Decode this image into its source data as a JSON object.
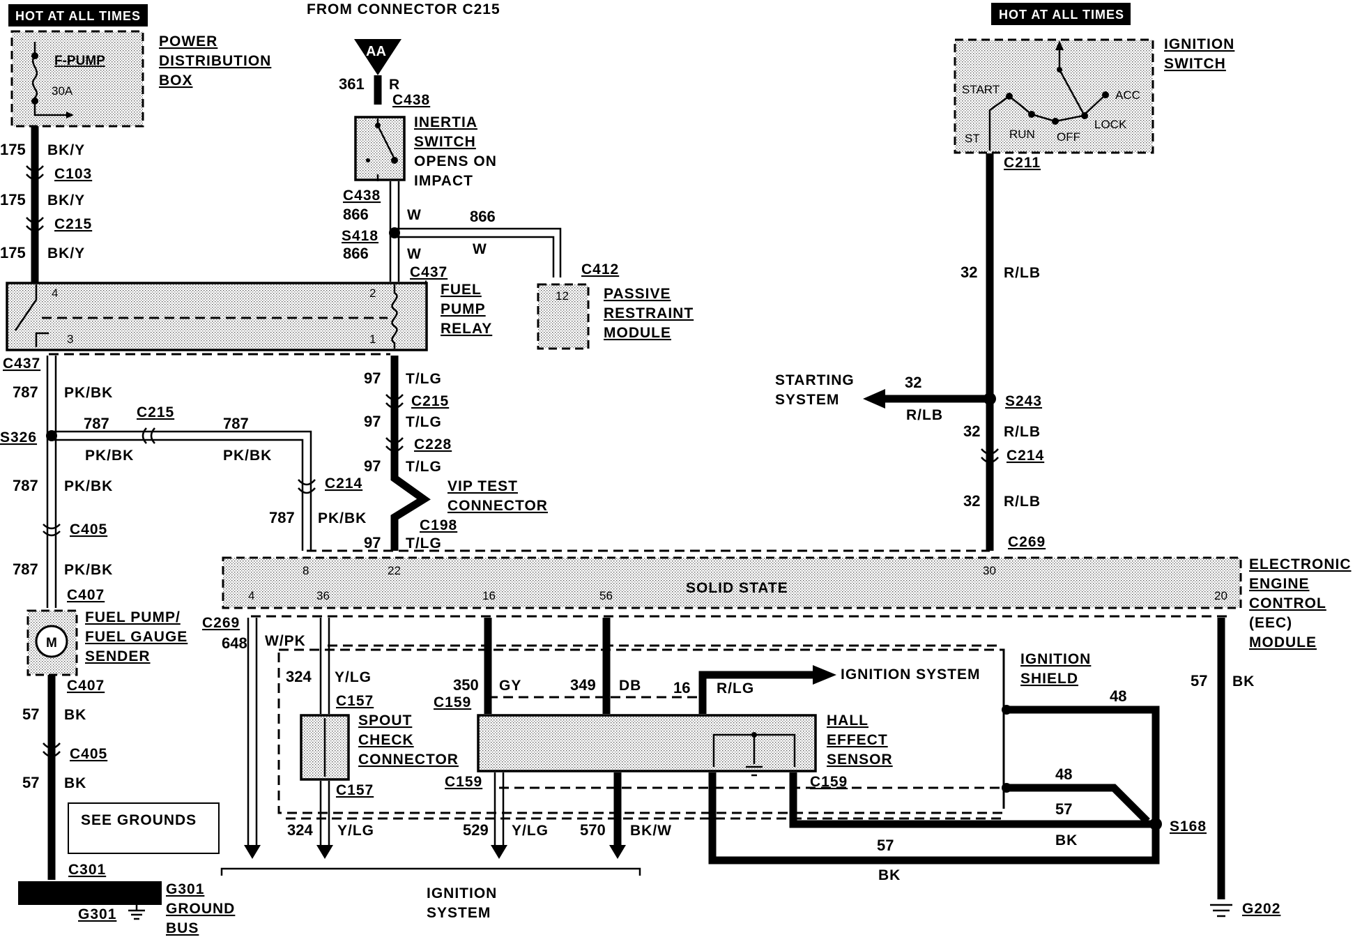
{
  "title": "FROM CONNECTOR C215",
  "tags": {
    "hot_left": "HOT AT ALL TIMES",
    "hot_right": "HOT AT ALL TIMES",
    "aa": "AA"
  },
  "power_box": {
    "line1": "POWER",
    "line2": "DISTRIBUTION",
    "line3": "BOX",
    "fuse": "F-PUMP",
    "amps": "30A"
  },
  "ign_switch": {
    "line1": "IGNITION",
    "line2": "SWITCH",
    "start": "START",
    "st": "ST",
    "run": "RUN",
    "off": "OFF",
    "lock": "LOCK",
    "acc": "ACC"
  },
  "inertia": {
    "line1": "INERTIA",
    "line2": "SWITCH",
    "line3": "OPENS ON",
    "line4": "IMPACT"
  },
  "relay": {
    "line1": "FUEL",
    "line2": "PUMP",
    "line3": "RELAY",
    "p1": "1",
    "p2": "2",
    "p3": "3",
    "p4": "4"
  },
  "prm": {
    "line1": "PASSIVE",
    "line2": "RESTRAINT",
    "line3": "MODULE",
    "pin": "12"
  },
  "starting": {
    "line1": "STARTING",
    "line2": "SYSTEM"
  },
  "vip": {
    "line1": "VIP TEST",
    "line2": "CONNECTOR"
  },
  "eec": {
    "center": "SOLID STATE",
    "line1": "ELECTRONIC",
    "line2": "ENGINE",
    "line3": "CONTROL",
    "line4": "(EEC)",
    "line5": "MODULE",
    "pins": [
      "8",
      "22",
      "30",
      "4",
      "36",
      "16",
      "56",
      "20"
    ]
  },
  "fuel_pump": {
    "line1": "FUEL PUMP/",
    "line2": "FUEL GAUGE",
    "line3": "SENDER",
    "motor": "M"
  },
  "spout": {
    "line1": "SPOUT",
    "line2": "CHECK",
    "line3": "CONNECTOR"
  },
  "hall": {
    "line1": "HALL",
    "line2": "EFFECT",
    "line3": "SENSOR"
  },
  "ign_shield": {
    "line1": "IGNITION",
    "line2": "SHIELD"
  },
  "ign_system_arrow": "IGNITION SYSTEM",
  "ign_system_bottom": {
    "line1": "IGNITION",
    "line2": "SYSTEM"
  },
  "see_grounds": "SEE GROUNDS",
  "ground_bus": {
    "line1": "G301",
    "line2": "GROUND",
    "line3": "BUS",
    "left": "G301"
  },
  "g202": "G202",
  "connectors": {
    "c438a": "C438",
    "c438b": "C438",
    "s418": "S418",
    "c437a": "C437",
    "c437b": "C437",
    "c412": "C412",
    "c103": "C103",
    "c215a": "C215",
    "c215b": "C215",
    "c215c": "C215",
    "c228": "C228",
    "c198": "C198",
    "s326": "S326",
    "c214a": "C214",
    "c214b": "C214",
    "c405a": "C405",
    "c405b": "C405",
    "c407a": "C407",
    "c407b": "C407",
    "c301": "C301",
    "c269a": "C269",
    "c269b": "C269",
    "c211": "C211",
    "s243": "S243",
    "c157a": "C157",
    "c157b": "C157",
    "c159a": "C159",
    "c159b": "C159",
    "c159c": "C159",
    "s168": "S168"
  },
  "wires": {
    "w361": "361",
    "wR": "R",
    "w866a": "866",
    "wWa": "W",
    "w866b": "866",
    "wWb": "W",
    "w866c": "866",
    "wWc": "W",
    "w175a": "175",
    "bky1": "BK/Y",
    "w175b": "175",
    "bky2": "BK/Y",
    "w175c": "175",
    "bky3": "BK/Y",
    "w787a": "787",
    "pkbk1": "PK/BK",
    "w787b": "787",
    "pkbk2": "PK/BK",
    "w787c": "787",
    "pkbk3": "PK/BK",
    "w787d": "787",
    "pkbk4": "PK/BK",
    "w787e": "787",
    "pkbk5": "PK/BK",
    "w787f": "787",
    "pkbk6": "PK/BK",
    "w97a": "97",
    "tlg1": "T/LG",
    "w97b": "97",
    "tlg2": "T/LG",
    "w97c": "97",
    "tlg3": "T/LG",
    "w97d": "97",
    "tlg4": "T/LG",
    "w32a": "32",
    "rlb1": "R/LB",
    "w32b": "32",
    "rlb2": "R/LB",
    "w32c": "32",
    "rlb3": "R/LB",
    "w32d": "32",
    "rlb4": "R/LB",
    "w57a": "57",
    "bk1": "BK",
    "w57b": "57",
    "bk2": "BK",
    "w648": "648",
    "wpk": "W/PK",
    "w324a": "324",
    "ylg1": "Y/LG",
    "w324b": "324",
    "ylg2": "Y/LG",
    "w350": "350",
    "gy": "GY",
    "w349": "349",
    "db": "DB",
    "w16": "16",
    "rlg": "R/LG",
    "w529": "529",
    "ylg3": "Y/LG",
    "w570": "570",
    "bkw": "BK/W",
    "w57c": "57",
    "bk3": "BK",
    "w48a": "48",
    "w48b": "48",
    "w57d": "57",
    "bk4": "BK",
    "w57e": "57",
    "bk5": "BK"
  }
}
